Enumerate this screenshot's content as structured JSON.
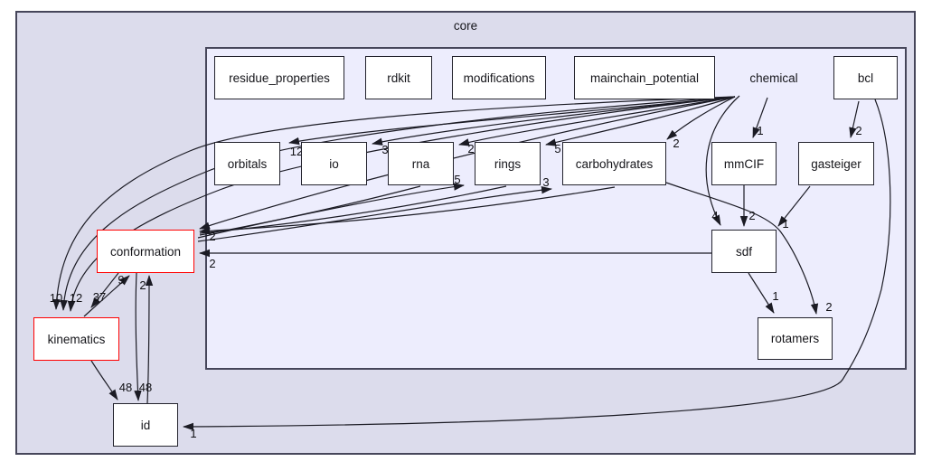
{
  "diagram": {
    "type": "directory-dependency-graph",
    "outer_cluster_label": "core",
    "current_directory": "chemical"
  },
  "clusters": {
    "core": {
      "label": "core"
    },
    "chemical_box": {
      "label": ""
    }
  },
  "nodes": {
    "residue_properties": {
      "label": "residue_properties"
    },
    "rdkit": {
      "label": "rdkit"
    },
    "modifications": {
      "label": "modifications"
    },
    "mainchain_potential": {
      "label": "mainchain_potential"
    },
    "chemical": {
      "label": "chemical"
    },
    "bcl": {
      "label": "bcl"
    },
    "orbitals": {
      "label": "orbitals"
    },
    "io": {
      "label": "io"
    },
    "rna": {
      "label": "rna"
    },
    "rings": {
      "label": "rings"
    },
    "carbohydrates": {
      "label": "carbohydrates"
    },
    "mmcif": {
      "label": "mmCIF"
    },
    "gasteiger": {
      "label": "gasteiger"
    },
    "conformation": {
      "label": "conformation",
      "highlight": "red"
    },
    "sdf": {
      "label": "sdf"
    },
    "kinematics": {
      "label": "kinematics",
      "highlight": "red"
    },
    "rotamers": {
      "label": "rotamers"
    },
    "id": {
      "label": "id"
    }
  },
  "edges": [
    {
      "from": "chemical",
      "to": "orbitals",
      "label": "12"
    },
    {
      "from": "chemical",
      "to": "io",
      "label": "3"
    },
    {
      "from": "chemical",
      "to": "rna",
      "label": "2"
    },
    {
      "from": "chemical",
      "to": "rings",
      "label": "5"
    },
    {
      "from": "chemical",
      "to": "carbohydrates",
      "label": "2"
    },
    {
      "from": "chemical",
      "to": "mmCIF",
      "label": "1"
    },
    {
      "from": "bcl",
      "to": "gasteiger",
      "label": "2"
    },
    {
      "from": "chemical",
      "to": "sdf",
      "label": "4"
    },
    {
      "from": "mmCIF",
      "to": "sdf",
      "label": "2"
    },
    {
      "from": "gasteiger",
      "to": "sdf",
      "label": "1"
    },
    {
      "from": "sdf",
      "to": "rotamers",
      "label": "1"
    },
    {
      "from": "carbohydrates",
      "to": "rotamers",
      "label": "2"
    },
    {
      "from": "bcl",
      "to": "id",
      "label": "1"
    },
    {
      "from": "chemical",
      "to": "conformation",
      "label": "2"
    },
    {
      "from": "sdf",
      "to": "conformation",
      "label": "2"
    },
    {
      "from": "conformation",
      "to": "rings",
      "label": "5"
    },
    {
      "from": "conformation",
      "to": "carbohydrates",
      "label": "3"
    },
    {
      "from": "chemical",
      "to": "kinematics",
      "label": "10"
    },
    {
      "from": "chemical",
      "to": "kinematics",
      "label": "12"
    },
    {
      "from": "kinematics",
      "to": "conformation",
      "label": "9"
    },
    {
      "from": "conformation",
      "to": "kinematics",
      "label": "37"
    },
    {
      "from": "conformation",
      "to": "id",
      "label": "48"
    },
    {
      "from": "kinematics",
      "to": "id",
      "label": "48"
    },
    {
      "from": "id",
      "to": "conformation",
      "label": "2"
    }
  ],
  "colors": {
    "outer_cluster_fill": "#dcdcec",
    "inner_cluster_fill": "#ededfd",
    "cluster_border": "#46465a",
    "node_border": "#23232d",
    "highlight_border": "#ff0000",
    "edge": "#1b1b24",
    "text": "#15151a"
  }
}
